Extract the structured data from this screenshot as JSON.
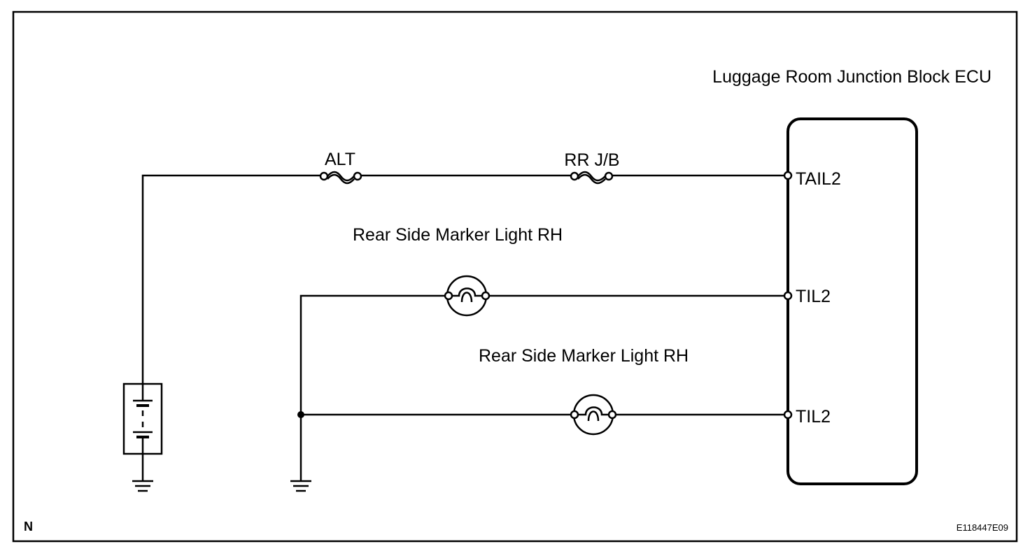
{
  "ecu": {
    "title": "Luggage Room Junction Block ECU",
    "terminals": [
      "TAIL2",
      "TIL2",
      "TIL2"
    ]
  },
  "fuses": [
    "ALT",
    "RR J/B"
  ],
  "lights": [
    "Rear Side Marker Light RH",
    "Rear Side Marker Light RH"
  ],
  "corner_label": "N",
  "figure_code": "E118447E09"
}
